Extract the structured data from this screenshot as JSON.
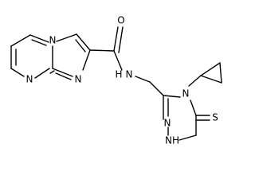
{
  "atoms": {
    "n_bridge": "N",
    "n_pyrimidine": "N",
    "n_imidazole": "N",
    "n_amide": "N",
    "h_amide": "H",
    "o_carbonyl": "O",
    "n4_triazole": "N",
    "n2_triazole": "N",
    "n1h_triazole": "NH",
    "s_thione": "S"
  }
}
